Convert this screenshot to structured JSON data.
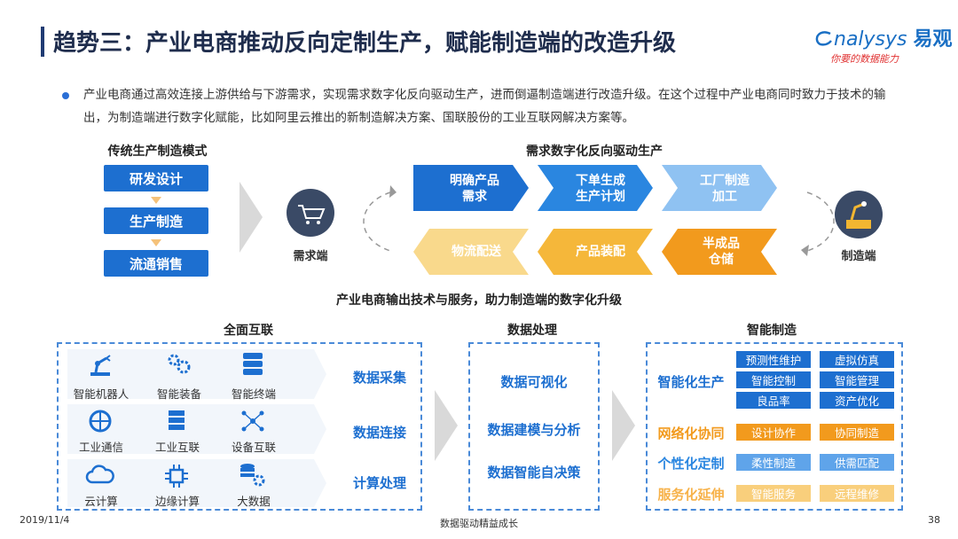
{
  "header": {
    "title": "趋势三：产业电商推动反向定制生产，赋能制造端的改造升级",
    "logo_text": "nalysys",
    "logo_cn": "易观",
    "logo_tagline": "你要的数据能力"
  },
  "intro": {
    "text": "产业电商通过高效连接上游供给与下游需求，实现需求数字化反向驱动生产，进而倒逼制造端进行改造升级。在这个过程中产业电商同时致力于技术的输出，为制造端进行数字化赋能，比如阿里云推出的新制造解决方案、国联股份的工业互联网解决方案等。"
  },
  "traditional": {
    "title": "传统生产制造模式",
    "steps": [
      "研发设计",
      "生产制造",
      "流通销售"
    ]
  },
  "reverse": {
    "title": "需求数字化反向驱动生产",
    "demand_end": "需求端",
    "manufacturing_end": "制造端",
    "top_row": [
      "明确产品\n需求",
      "下单生成\n生产计划",
      "工厂制造\n加工"
    ],
    "bottom_row": [
      "物流配送",
      "产品装配",
      "半成品\n仓储"
    ]
  },
  "output_title": "产业电商输出技术与服务，助力制造端的数字化升级",
  "interconnect": {
    "title": "全面互联",
    "rows": [
      {
        "items": [
          "智能机器人",
          "智能装备",
          "智能终端"
        ],
        "label": "数据采集"
      },
      {
        "items": [
          "工业通信",
          "工业互联",
          "设备互联"
        ],
        "label": "数据连接"
      },
      {
        "items": [
          "云计算",
          "边缘计算",
          "大数据"
        ],
        "label": "计算处理"
      }
    ]
  },
  "data_processing": {
    "title": "数据处理",
    "items": [
      "数据可视化",
      "数据建模与分析",
      "数据智能自决策"
    ]
  },
  "smart_manufacturing": {
    "title": "智能制造",
    "smart_production": {
      "label": "智能化生产",
      "tags": [
        "预测性维护",
        "虚拟仿真",
        "智能控制",
        "智能管理",
        "良品率",
        "资产优化"
      ]
    },
    "network": {
      "label": "网络化协同",
      "tags": [
        "设计协作",
        "协同制造"
      ]
    },
    "personal": {
      "label": "个性化定制",
      "tags": [
        "柔性制造",
        "供需匹配"
      ]
    },
    "service": {
      "label": "服务化延伸",
      "tags": [
        "智能服务",
        "远程维修"
      ]
    }
  },
  "footer": {
    "date": "2019/11/4",
    "center": "数据驱动精益成长",
    "page": "38"
  },
  "colors": {
    "blue": "#1d6fd0",
    "orange": "#f29a1d",
    "light_orange": "#f7c97a",
    "light_blue": "#86bdf0"
  }
}
